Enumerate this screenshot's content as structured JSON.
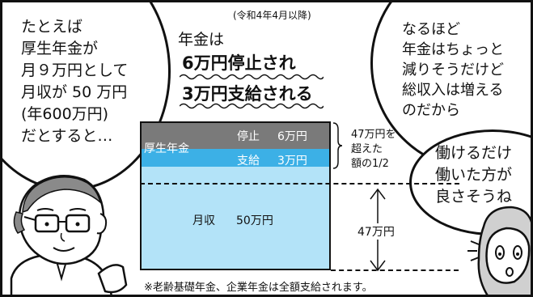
{
  "left_bubble": {
    "lines": [
      "たとえば",
      "厚生年金が",
      "月９万円として",
      "月収が 50 万円",
      "(年600万円)",
      "だとすると…"
    ]
  },
  "header": {
    "note": "(令和4年4月以降)",
    "title": "年金は",
    "line1": "6万円停止され",
    "line2": "3万円支給される"
  },
  "chart": {
    "pension_label": "厚生年金",
    "stop_label": "停止",
    "stop_value": "6万円",
    "pay_label": "支給",
    "pay_value": "3万円",
    "income_label": "月収",
    "income_value": "50万円",
    "side_note": [
      "47万円を",
      "超えた",
      "額の1/2"
    ],
    "threshold_label": "47万円",
    "colors": {
      "stop": "#7a7a7a",
      "pay": "#3cb0e6",
      "income": "#b3e3f8"
    }
  },
  "right_top_bubble": {
    "lines": [
      "なるほど",
      "年金はちょっと",
      "減りそうだけど",
      "総収入は増える",
      "のだから"
    ]
  },
  "right_mid_bubble": {
    "lines": [
      "働けるだけ",
      "働いた方が",
      "良さそうね"
    ]
  },
  "footnote": "※老齢基礎年金、企業年金は全額支給されます。"
}
